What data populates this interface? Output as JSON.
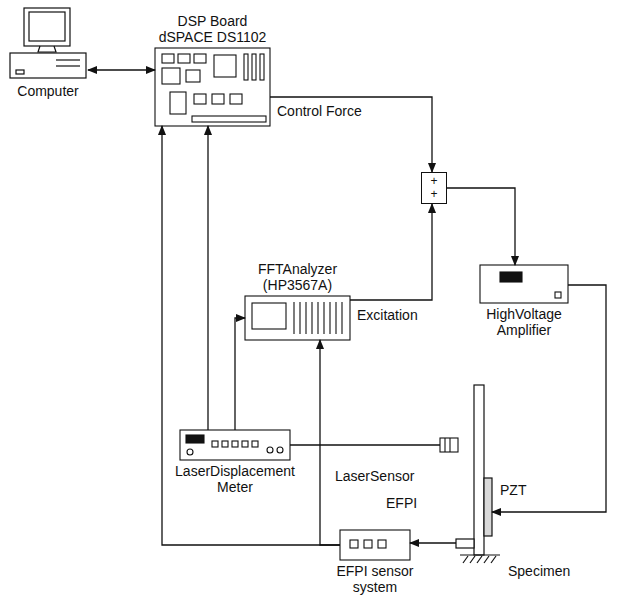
{
  "diagram": {
    "nodes": [
      {
        "text": [
          "Computer"
        ]
      },
      {
        "text": [
          "DSP Board dSPACE DS1102"
        ]
      },
      {
        "text": [
          "+",
          "+"
        ]
      },
      {
        "text": [
          "FFTAnalyzer (HP3567A)"
        ]
      },
      {
        "text": [
          "HighVoltage Amplifier"
        ]
      },
      {
        "text": [
          "LaserDisplacement Meter"
        ]
      },
      {
        "text": [
          "LaserSensor"
        ]
      },
      {
        "text": [
          "EFPI sensor system"
        ]
      },
      {
        "text": [
          "Specimen"
        ]
      },
      {
        "text": [
          "PZT"
        ]
      },
      {
        "text": [
          "EFPI"
        ]
      }
    ],
    "edges": [
      {
        "from": 0,
        "to": 1,
        "arrow": "both"
      },
      {
        "from": 1,
        "to": 2,
        "arrow": "to",
        "label": "Control Force"
      },
      {
        "from": 3,
        "to": 2,
        "arrow": "to",
        "label": "Excitation"
      },
      {
        "from": 2,
        "to": 4,
        "arrow": "to"
      },
      {
        "from": 4,
        "to": 9,
        "arrow": "to"
      },
      {
        "from": 5,
        "to": 1,
        "arrow": "to"
      },
      {
        "from": 5,
        "to": 3,
        "arrow": "to"
      },
      {
        "from": 5,
        "to": 6,
        "arrow": "none"
      },
      {
        "from": 10,
        "to": 7,
        "arrow": "to"
      },
      {
        "from": 7,
        "to": 1,
        "arrow": "to"
      },
      {
        "from": 7,
        "to": 3,
        "arrow": "to"
      }
    ]
  }
}
